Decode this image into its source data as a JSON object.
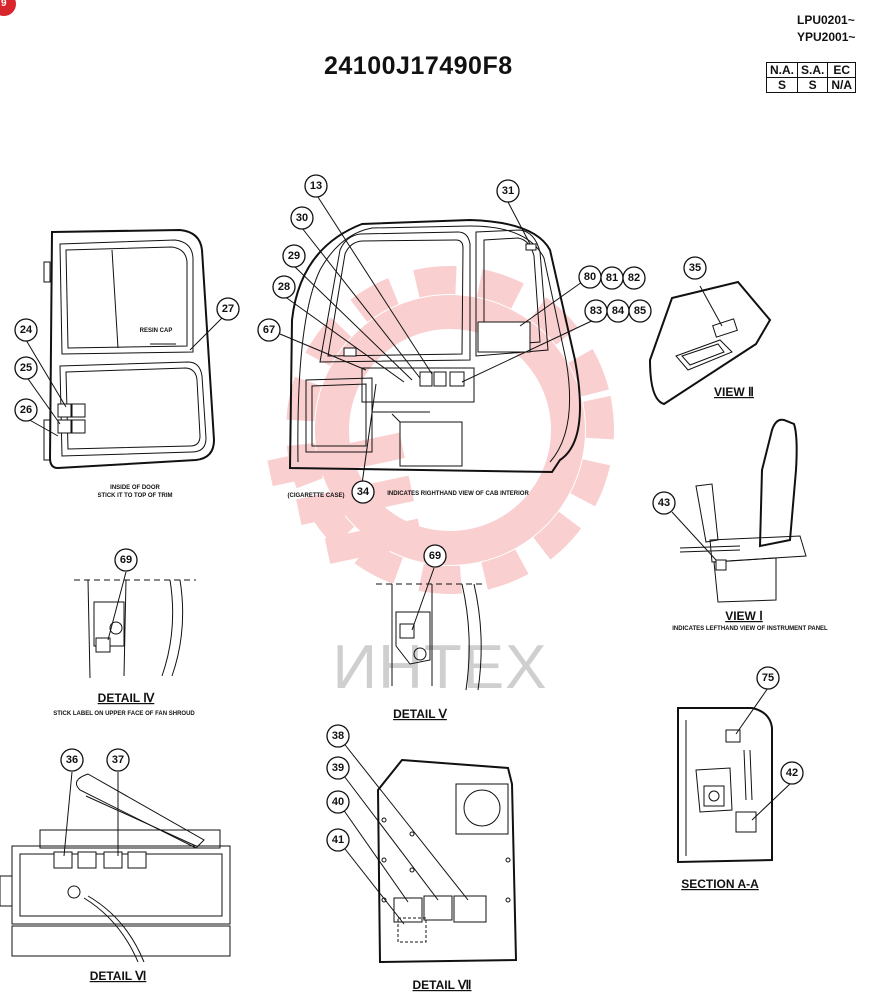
{
  "header": {
    "corner_badge": "9",
    "serial_range": [
      "LPU0201~",
      "YPU2001~"
    ],
    "part_number": "24100J17490F8",
    "region_table": {
      "headers": [
        "N.A.",
        "S.A.",
        "EC"
      ],
      "values": [
        "S",
        "S",
        "N/A"
      ]
    }
  },
  "watermark": {
    "text": "ИНТЕХ",
    "color": "#e8141b"
  },
  "callouts": [
    "13",
    "30",
    "31",
    "29",
    "28",
    "67",
    "80",
    "81",
    "82",
    "83",
    "84",
    "85",
    "27",
    "24",
    "25",
    "26",
    "34",
    "35",
    "43",
    "69",
    "69",
    "75",
    "42",
    "36",
    "37",
    "38",
    "39",
    "40",
    "41"
  ],
  "captions": {
    "view_2": "VIEW Ⅱ",
    "view_1": "VIEW Ⅰ",
    "detail_4": "DETAIL Ⅳ",
    "detail_5": "DETAIL Ⅴ",
    "detail_6": "DETAIL Ⅵ",
    "detail_7": "DETAIL Ⅶ",
    "section_aa": "SECTION A-A"
  },
  "notes": {
    "resin_cap": "RESIN CAP",
    "door_1": "INSIDE OF DOOR",
    "door_2": "STICK IT TO TOP OF TRIM",
    "cigarette_case": "(CIGARETTE CASE)",
    "cab_interior": "INDICATES RIGHTHAND VIEW OF CAB INTERIOR",
    "instrument_panel": "INDICATES LEFTHAND VIEW OF INSTRUMENT PANEL",
    "fan_shroud": "STICK LABEL ON UPPER FACE OF FAN SHROUD"
  }
}
